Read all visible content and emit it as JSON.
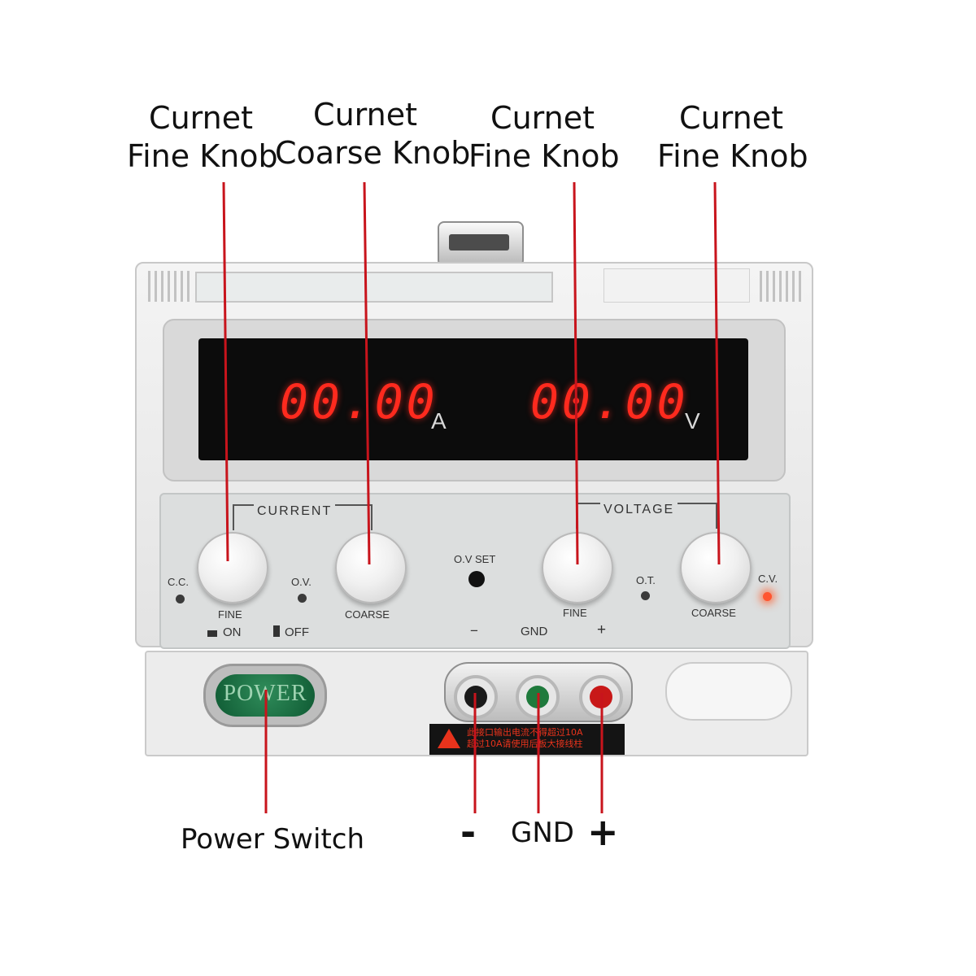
{
  "callouts": [
    {
      "line1": "Curnet",
      "line2": "Fine Knob"
    },
    {
      "line1": "Curnet",
      "line2": "Coarse Knob"
    },
    {
      "line1": "Curnet",
      "line2": "Fine Knob"
    },
    {
      "line1": "Curnet",
      "line2": "Fine Knob"
    }
  ],
  "bottom_labels": {
    "power_switch": "Power Switch",
    "minus": "-",
    "gnd": "GND",
    "plus": "+"
  },
  "display": {
    "current_value": "00.00",
    "current_unit": "A",
    "voltage_value": "00.00",
    "voltage_unit": "V"
  },
  "panel": {
    "current_group": "CURRENT",
    "voltage_group": "VOLTAGE",
    "cc": "C.C.",
    "ov": "O.V.",
    "ov_set": "O.V SET",
    "ot": "O.T.",
    "cv": "C.V.",
    "fine_current": "FINE",
    "coarse_current": "COARSE",
    "fine_voltage": "FINE",
    "coarse_voltage": "COARSE",
    "on": "ON",
    "off": "OFF",
    "minus": "−",
    "gnd": "GND",
    "plus": "+"
  },
  "power_button_label": "POWER",
  "warning": {
    "line1": "此接口输出电流不得超过10A",
    "line2": "超过10A请使用后板大接线柱"
  },
  "colors": {
    "annotation_line": "#c8141c",
    "display_digits": "#ff2a1e",
    "terminal_minus": "#1a1a1a",
    "terminal_gnd": "#1f7a3c",
    "terminal_plus": "#c81818",
    "power_button": "#0f5a33"
  }
}
